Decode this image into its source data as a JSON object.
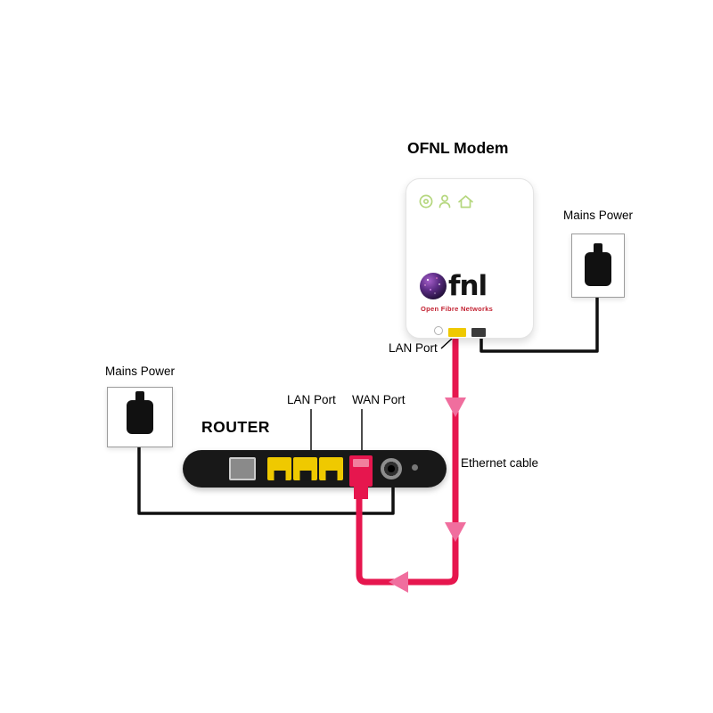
{
  "modem": {
    "title": "OFNL Modem",
    "logo_fnl": "fnl",
    "logo_subtitle": "Open Fibre Networks",
    "lan_port_label": "LAN Port",
    "status_icons": [
      "disc-icon",
      "person-icon",
      "home-icon"
    ]
  },
  "router": {
    "title": "ROUTER",
    "lan_port_label": "LAN Port",
    "wan_port_label": "WAN Port"
  },
  "power": {
    "left_label": "Mains Power",
    "right_label": "Mains Power"
  },
  "cable": {
    "ethernet_label": "Ethernet cable"
  },
  "colors": {
    "cable_red": "#e6164e",
    "arrow_pink": "#f06e9e",
    "port_yellow": "#efc900",
    "logo_red": "#c21f2f",
    "status_green": "#b5d77e"
  }
}
